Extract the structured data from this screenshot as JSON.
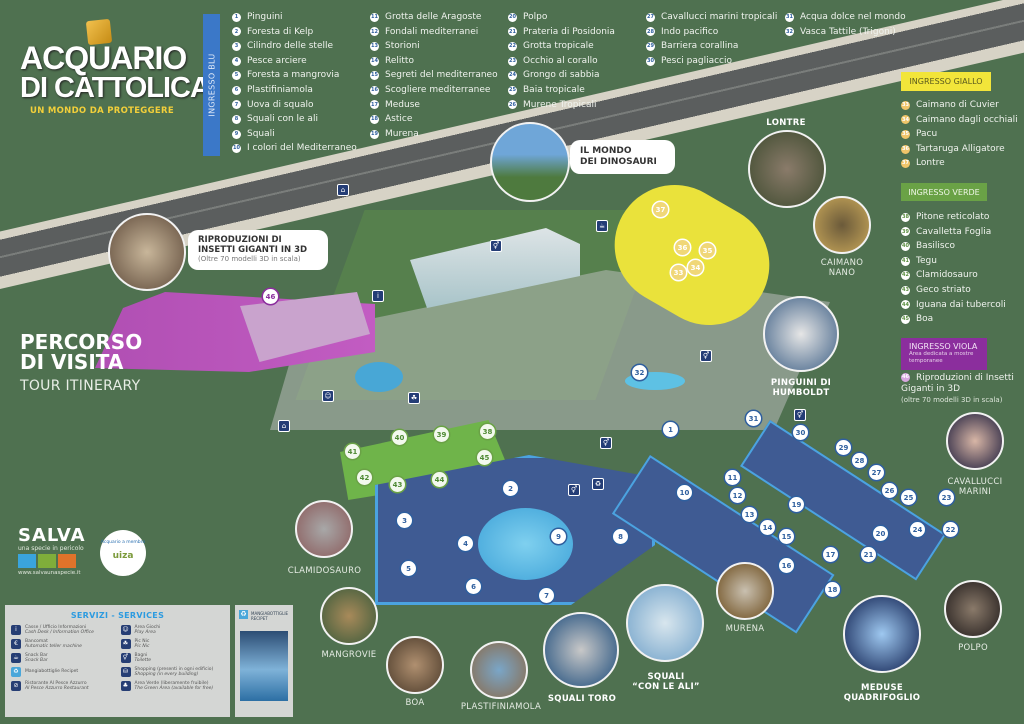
{
  "logo": {
    "line1": "ACQUARIO",
    "line2": "DI CATTOLICA",
    "tagline": "UN MONDO DA PROTEGGERE"
  },
  "legend_blue": {
    "title": "INGRESSO BLU",
    "color": "#3b78c8",
    "columns": [
      [
        {
          "n": "1",
          "label": "Pinguini"
        },
        {
          "n": "2",
          "label": "Foresta di Kelp"
        },
        {
          "n": "3",
          "label": "Cilindro delle stelle"
        },
        {
          "n": "4",
          "label": "Pesce arciere"
        },
        {
          "n": "5",
          "label": "Foresta a mangrovia"
        },
        {
          "n": "6",
          "label": "Plastifiniamola"
        },
        {
          "n": "7",
          "label": "Uova di squalo"
        },
        {
          "n": "8",
          "label": "Squali con le ali"
        },
        {
          "n": "9",
          "label": "Squali"
        },
        {
          "n": "10",
          "label": "I colori del Mediterraneo"
        }
      ],
      [
        {
          "n": "11",
          "label": "Grotta delle Aragoste"
        },
        {
          "n": "12",
          "label": "Fondali mediterranei"
        },
        {
          "n": "13",
          "label": "Storioni"
        },
        {
          "n": "14",
          "label": "Relitto"
        },
        {
          "n": "15",
          "label": "Segreti del mediterraneo"
        },
        {
          "n": "16",
          "label": "Scogliere mediterranee"
        },
        {
          "n": "17",
          "label": "Meduse"
        },
        {
          "n": "18",
          "label": "Astice"
        },
        {
          "n": "19",
          "label": "Murena"
        }
      ],
      [
        {
          "n": "20",
          "label": "Polpo"
        },
        {
          "n": "21",
          "label": "Prateria di Posidonia"
        },
        {
          "n": "22",
          "label": "Grotta tropicale"
        },
        {
          "n": "23",
          "label": "Occhio al corallo"
        },
        {
          "n": "24",
          "label": "Grongo di sabbia"
        },
        {
          "n": "25",
          "label": "Baia tropicale"
        },
        {
          "n": "26",
          "label": "Murene Tropicali"
        }
      ],
      [
        {
          "n": "27",
          "label": "Cavallucci marini tropicali"
        },
        {
          "n": "28",
          "label": "Indo pacifico"
        },
        {
          "n": "29",
          "label": "Barriera corallina"
        },
        {
          "n": "30",
          "label": "Pesci pagliaccio"
        }
      ],
      [
        {
          "n": "31",
          "label": "Acqua dolce nel mondo"
        },
        {
          "n": "32",
          "label": "Vasca Tattile (Trigoni)"
        }
      ]
    ]
  },
  "legend_yellow": {
    "title": "INGRESSO GIALLO",
    "color": "#f2e53a",
    "items": [
      {
        "n": "33",
        "label": "Caimano di Cuvier"
      },
      {
        "n": "34",
        "label": "Caimano dagli occhiali"
      },
      {
        "n": "35",
        "label": "Pacu"
      },
      {
        "n": "36",
        "label": "Tartaruga Alligatore"
      },
      {
        "n": "37",
        "label": "Lontre"
      }
    ]
  },
  "legend_green": {
    "title": "INGRESSO VERDE",
    "color": "#6aa246",
    "items": [
      {
        "n": "38",
        "label": "Pitone reticolato"
      },
      {
        "n": "39",
        "label": "Cavalletta Foglia"
      },
      {
        "n": "40",
        "label": "Basilisco"
      },
      {
        "n": "41",
        "label": "Tegu"
      },
      {
        "n": "42",
        "label": "Clamidosauro"
      },
      {
        "n": "43",
        "label": "Geco striato"
      },
      {
        "n": "44",
        "label": "Iguana dai tubercoli"
      },
      {
        "n": "45",
        "label": "Boa"
      }
    ]
  },
  "legend_violet": {
    "title": "INGRESSO VIOLA",
    "subtitle": "Area dedicata a mostre temporanee",
    "color": "#8b2e9d",
    "item": {
      "n": "46",
      "label": "Riproduzioni di Insetti Giganti in 3D",
      "note": "(oltre 70 modelli 3D in scala)"
    }
  },
  "itinerary": {
    "title_line1": "PERCORSO",
    "title_line2": "DI VISITA",
    "subtitle": "TOUR ITINERARY"
  },
  "callouts": {
    "insetti": {
      "title1": "RIPRODUZIONI DI",
      "title2": "INSETTI GIGANTI IN 3D",
      "note": "(Oltre 70 modelli 3D in scala)"
    },
    "dinosauri": {
      "title1": "IL MONDO",
      "title2": "DEI DINOSAURI"
    },
    "lontre": "LONTRE",
    "caimano_nano_1": "CAIMANO",
    "caimano_nano_2": "NANO",
    "pinguini_1": "PINGUINI DI",
    "pinguini_2": "HUMBOLDT",
    "cavallucci_1": "CAVALLUCCI",
    "cavallucci_2": "MARINI",
    "polpo": "POLPO",
    "meduse_1": "MEDUSE",
    "meduse_2": "QUADRIFOGLIO",
    "murena": "MURENA",
    "squali_ali_1": "SQUALI",
    "squali_ali_2": "“CON LE ALI”",
    "squali_toro": "SQUALI TORO",
    "plastifiniamola": "PLASTIFINIAMOLA",
    "boa": "BOA",
    "mangrovie": "MANGROVIE",
    "clamidosauro": "CLAMIDOSAURO"
  },
  "map_markers": {
    "blue": [
      "1",
      "2",
      "3",
      "4",
      "5",
      "6",
      "7",
      "8",
      "9",
      "10",
      "11",
      "12",
      "13",
      "14",
      "15",
      "16",
      "17",
      "18",
      "19",
      "20",
      "21",
      "22",
      "23",
      "24",
      "25",
      "26",
      "27",
      "28",
      "29",
      "30",
      "31",
      "32"
    ],
    "yellow": [
      "33",
      "34",
      "35",
      "36",
      "37"
    ],
    "green": [
      "38",
      "39",
      "40",
      "41",
      "42",
      "43",
      "44",
      "45"
    ],
    "violet": [
      "46"
    ]
  },
  "salva": {
    "name": "SALVA",
    "subtitle": "una specie in pericolo",
    "url": "www.salvaunaspecie.it"
  },
  "uiza": {
    "text": "Acquario a membro",
    "logo": "uiza"
  },
  "services": {
    "title": "SERVIZI - SERVICES",
    "items": [
      {
        "icon": "info-icon",
        "it": "Casse / Ufficio Informazioni",
        "en": "Cash Desk / Information Office"
      },
      {
        "icon": "playground-icon",
        "it": "Area Giochi",
        "en": "Play Area"
      },
      {
        "icon": "atm-icon",
        "it": "Bancomat",
        "en": "Automatic teller machine"
      },
      {
        "icon": "picnic-icon",
        "it": "Pic Nic",
        "en": "Pic Nic"
      },
      {
        "icon": "snack-icon",
        "it": "Snack Bar",
        "en": "Snack Bar"
      },
      {
        "icon": "restroom-icon",
        "it": "Bagni",
        "en": "Toilette"
      },
      {
        "icon": "recycle-icon",
        "it": "Mangiabottiglie Recipet",
        "en": ""
      },
      {
        "icon": "shopping-icon",
        "it": "Shopping (presenti in ogni edificio)",
        "en": "Shopping (in every building)"
      },
      {
        "icon": "restaurant-icon",
        "it": "Ristorante Al Pesce Azzurro",
        "en": "Al Pesce Azzurro Restaurant"
      },
      {
        "icon": "green-area-icon",
        "it": "Area Verde (liberamente fruibile)",
        "en": "The Green Area (available for free)"
      }
    ]
  },
  "recipet": {
    "title": "MANGIABOTTIGLIE RECIPET"
  }
}
